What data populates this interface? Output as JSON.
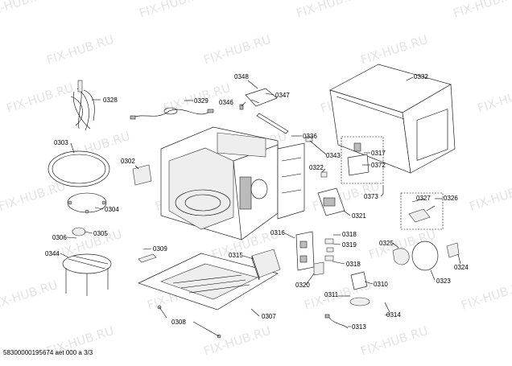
{
  "watermark": "FIX-HUB.RU",
  "footer": "58300000195674 aet 000 a 3/3",
  "labels": {
    "p0328": "0328",
    "p0329": "0329",
    "p0348": "0348",
    "p0347": "0347",
    "p0346": "0346",
    "p0332": "0332",
    "p0336": "0336",
    "p0343": "0343",
    "p0317": "0317",
    "p0372": "0372",
    "p0322": "0322",
    "p0303": "0303",
    "p0302": "0302",
    "p0304": "0304",
    "p0305": "0305",
    "p0306": "0306",
    "p0309": "0309",
    "p0344": "0344",
    "p0373": "0373",
    "p0321": "0321",
    "p0327": "0327",
    "p0326": "0326",
    "p0316": "0316",
    "p0318a": "0318",
    "p0319": "0319",
    "p0315": "0315",
    "p0318b": "0318",
    "p0320": "0320",
    "p0311": "0311",
    "p0310": "0310",
    "p0325": "0325",
    "p0324": "0324",
    "p0323": "0323",
    "p0314": "0314",
    "p0313": "0313",
    "p0308": "0308",
    "p0307": "0307"
  }
}
